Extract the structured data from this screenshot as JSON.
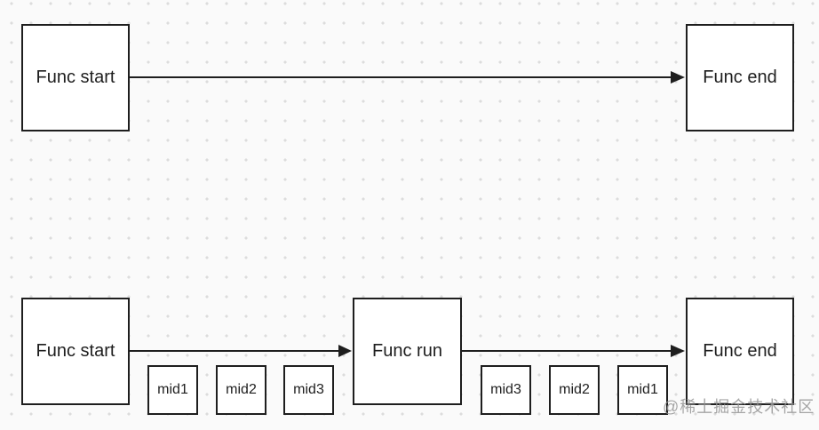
{
  "diagram": {
    "colors": {
      "background": "#fafafa",
      "grid_dot": "#dcdcdc",
      "node_fill": "#ffffff",
      "node_stroke": "#1e1e1e",
      "text": "#1e1e1e",
      "watermark": "#969696"
    },
    "flow_top": {
      "start_label": "Func start",
      "end_label": "Func end"
    },
    "flow_bottom": {
      "start_label": "Func start",
      "run_label": "Func run",
      "end_label": "Func end",
      "mids_left": [
        "mid1",
        "mid2",
        "mid3"
      ],
      "mids_right": [
        "mid3",
        "mid2",
        "mid1"
      ]
    },
    "watermark": {
      "text": "@稀土掘金技术社区"
    }
  }
}
